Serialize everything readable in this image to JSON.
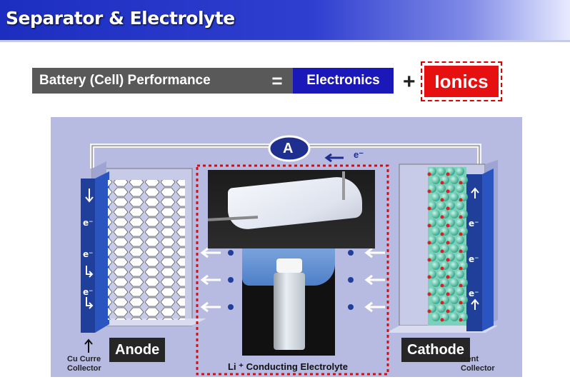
{
  "title": "Separator & Electrolyte",
  "equation": {
    "performance": "Battery (Cell) Performance",
    "equals": "=",
    "electronics": "Electronics",
    "plus": "+",
    "ionics": "Ionics"
  },
  "diagram": {
    "ammeter": "A",
    "electron_top": "e⁻",
    "electrode_electron": "e⁻",
    "anode": "Anode",
    "cathode": "Cathode",
    "cu_collector": "Cu Curre\nCollector",
    "al_collector": "rrent\nCollector",
    "electrolyte": "Li ⁺ Conducting Electrolyte"
  },
  "colors": {
    "title_blue": "#1c2ec0",
    "electronics_blue": "#1a18b8",
    "ionics_red": "#e61010",
    "diagram_bg": "#b7bbe2",
    "collector_blue": "#1f3f9a"
  }
}
